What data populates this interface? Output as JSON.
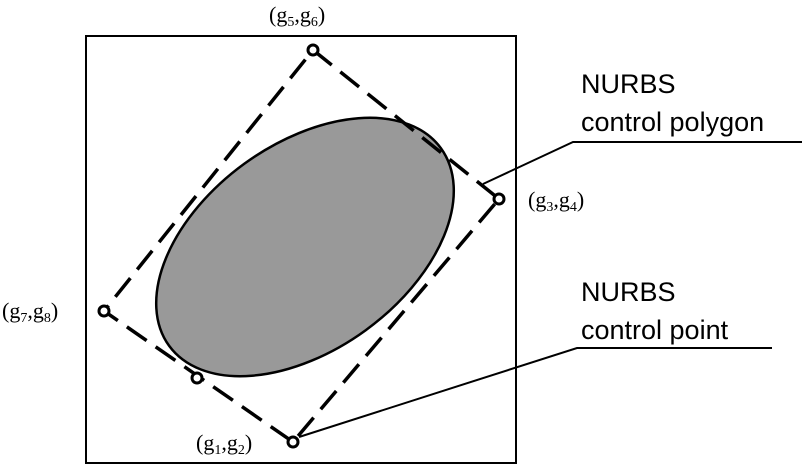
{
  "callouts": {
    "polygon_line1": "NURBS",
    "polygon_line2": "control polygon",
    "point_line1": "NURBS",
    "point_line2": "control point"
  },
  "point_labels": {
    "g56": {
      "a": "g",
      "a_sub": "5",
      "b": "g",
      "b_sub": "6"
    },
    "g34": {
      "a": "g",
      "a_sub": "3",
      "b": "g",
      "b_sub": "4"
    },
    "g78": {
      "a": "g",
      "a_sub": "7",
      "b": "g",
      "b_sub": "8"
    },
    "g12": {
      "a": "g",
      "a_sub": "1",
      "b": "g",
      "b_sub": "2"
    }
  },
  "colors": {
    "ellipse_fill": "#999999",
    "stroke": "#000000",
    "background": "#ffffff"
  }
}
